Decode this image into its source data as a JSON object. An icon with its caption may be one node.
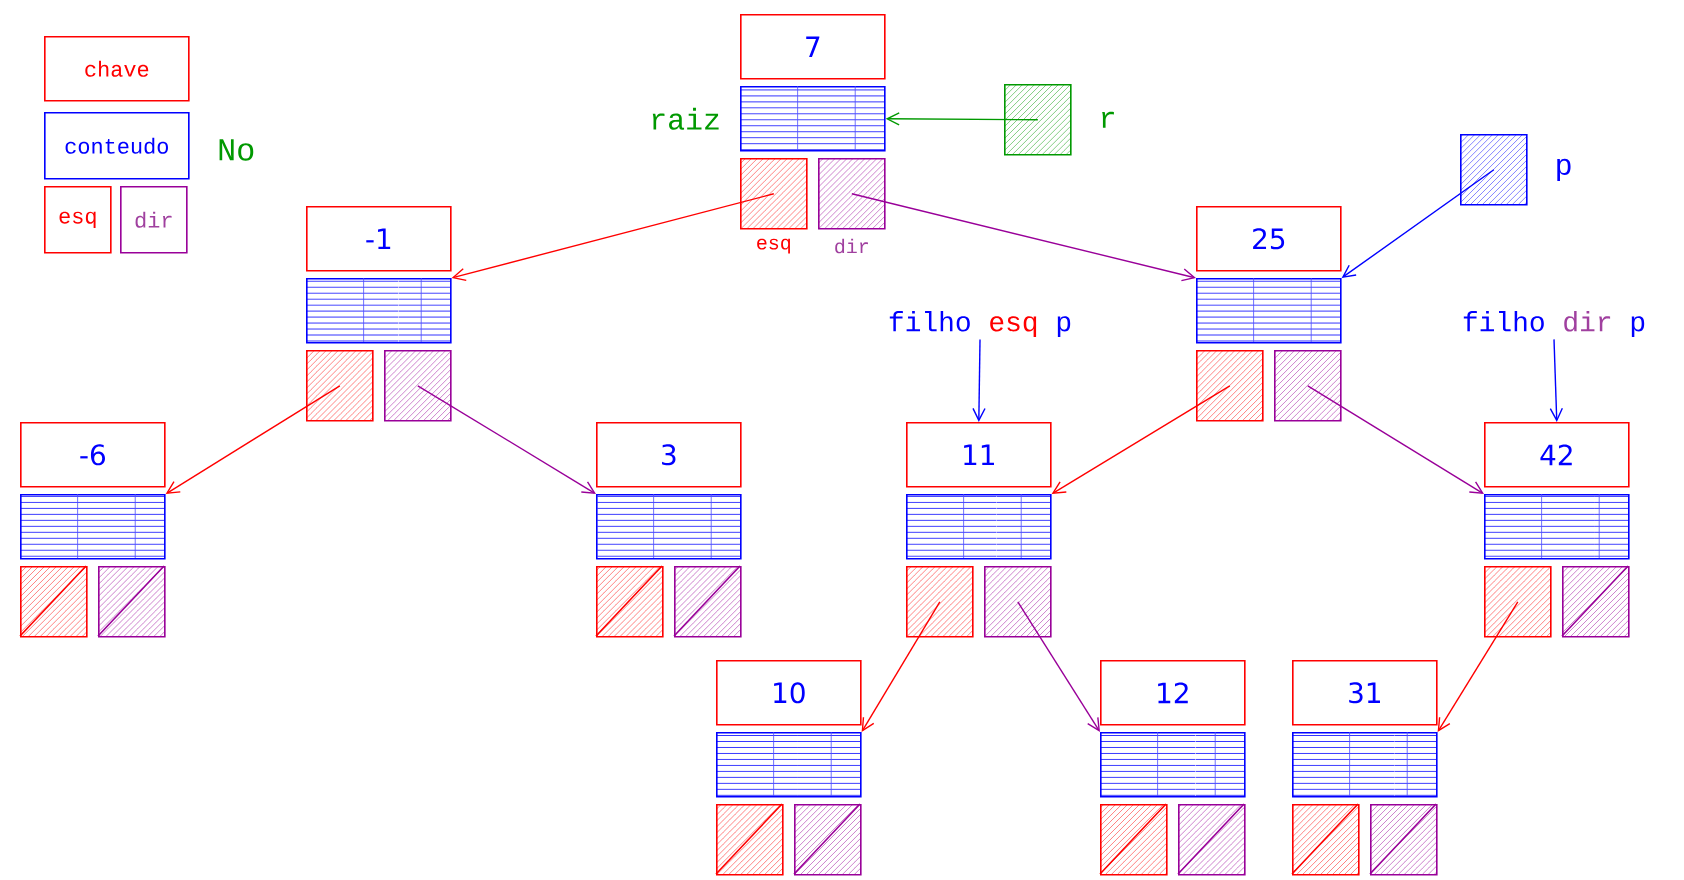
{
  "diagram": {
    "nodes": [
      {
        "text": [
          "chave"
        ]
      },
      {
        "text": [
          "conteudo"
        ]
      },
      {
        "text": [
          "esq"
        ]
      },
      {
        "text": [
          "dir"
        ]
      },
      {
        "text": [
          "7"
        ]
      },
      {
        "text": [],
        "shape": "box",
        "beside": [
          "raiz"
        ]
      },
      {
        "text": [],
        "shape": "box",
        "beside": [
          "esq"
        ]
      },
      {
        "text": [],
        "shape": "box",
        "beside": [
          "dir"
        ]
      },
      {
        "text": [],
        "shape": "box",
        "beside": [
          "r"
        ]
      },
      {
        "text": [],
        "shape": "box",
        "beside": [
          "p"
        ]
      },
      {
        "text": [
          "-1"
        ]
      },
      {
        "text": [],
        "shape": "box"
      },
      {
        "text": [],
        "shape": "box"
      },
      {
        "text": [],
        "shape": "box"
      },
      {
        "text": [
          "25"
        ]
      },
      {
        "text": [],
        "shape": "box"
      },
      {
        "text": [],
        "shape": "box"
      },
      {
        "text": [],
        "shape": "box"
      },
      {
        "text": [
          "filho",
          "esq",
          "p"
        ]
      },
      {
        "text": [
          "filho",
          "dir",
          "p"
        ]
      },
      {
        "text": [
          "-6"
        ]
      },
      {
        "text": [],
        "shape": "box"
      },
      {
        "text": [],
        "shape": "box"
      },
      {
        "text": [],
        "shape": "box"
      },
      {
        "text": [
          "3"
        ]
      },
      {
        "text": [],
        "shape": "box"
      },
      {
        "text": [],
        "shape": "box"
      },
      {
        "text": [],
        "shape": "box"
      },
      {
        "text": [
          "11"
        ]
      },
      {
        "text": [],
        "shape": "box"
      },
      {
        "text": [],
        "shape": "box"
      },
      {
        "text": [],
        "shape": "box"
      },
      {
        "text": [
          "42"
        ]
      },
      {
        "text": [],
        "shape": "box"
      },
      {
        "text": [],
        "shape": "box"
      },
      {
        "text": [],
        "shape": "box"
      },
      {
        "text": [
          "10"
        ]
      },
      {
        "text": [],
        "shape": "box"
      },
      {
        "text": [],
        "shape": "box"
      },
      {
        "text": [],
        "shape": "box"
      },
      {
        "text": [
          "12"
        ]
      },
      {
        "text": [],
        "shape": "box"
      },
      {
        "text": [],
        "shape": "box"
      },
      {
        "text": [],
        "shape": "box"
      },
      {
        "text": [
          "31"
        ]
      },
      {
        "text": [],
        "shape": "box"
      },
      {
        "text": [],
        "shape": "box"
      },
      {
        "text": [],
        "shape": "box"
      }
    ],
    "edges": [
      {
        "from": 6,
        "to": 11,
        "arrow": "to"
      },
      {
        "from": 7,
        "to": 15,
        "arrow": "to",
        "color": "#990099"
      },
      {
        "from": 8,
        "to": 5,
        "arrow": "to",
        "color": "#009900"
      },
      {
        "from": 9,
        "to": 15,
        "arrow": "to",
        "color": "#0000ff"
      },
      {
        "from": 12,
        "to": 21,
        "arrow": "to"
      },
      {
        "from": 13,
        "to": 25,
        "arrow": "to",
        "color": "#990099"
      },
      {
        "from": 16,
        "to": 29,
        "arrow": "to"
      },
      {
        "from": 17,
        "to": 33,
        "arrow": "to",
        "color": "#990099"
      },
      {
        "from": 18,
        "to": 28,
        "arrow": "to",
        "color": "#0000ff"
      },
      {
        "from": 19,
        "to": 32,
        "arrow": "to",
        "color": "#0000ff"
      },
      {
        "from": 30,
        "to": 37,
        "arrow": "to"
      },
      {
        "from": 31,
        "to": 41,
        "arrow": "to",
        "color": "#990099"
      },
      {
        "from": 34,
        "to": 45,
        "arrow": "to"
      }
    ],
    "labels": [
      "No"
    ]
  }
}
